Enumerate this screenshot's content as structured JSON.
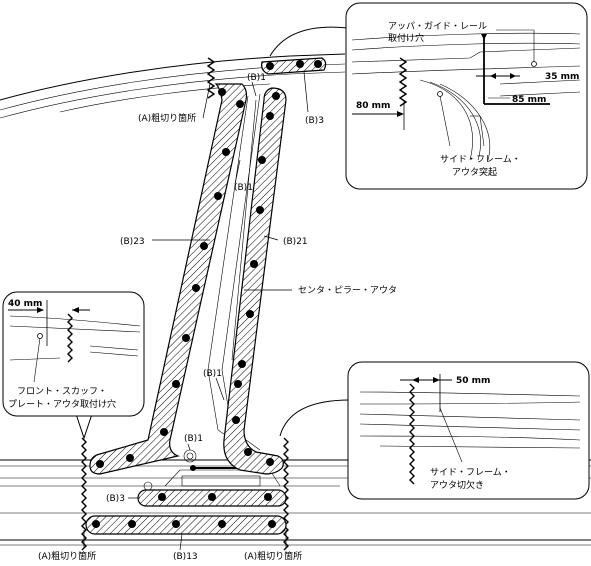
{
  "labels": {
    "a_top": "(A)粗切り箇所",
    "a_bottom_left": "(A)粗切り箇所",
    "a_bottom_right": "(A)粗切り箇所",
    "b1_top": "(B)1",
    "b1_mid": "(B)1",
    "b1_lower": "(B)1",
    "b1_bottom": "(B)1",
    "b3_top": "(B)3",
    "b3_bottom": "(B)3",
    "b23": "(B)23",
    "b21": "(B)21",
    "b13": "(B)13",
    "center_pillar": "センタ・ピラー・アウタ"
  },
  "callout_top": {
    "upper_rail_line1": "アッパ・ガイド・レール",
    "upper_rail_line2": "取付け穴",
    "dim_35": "35 mm",
    "dim_80": "80 mm",
    "dim_85": "85 mm",
    "frame_line1": "サイド・フレーム・",
    "frame_line2": "アウタ突起"
  },
  "callout_left": {
    "dim_40": "40 mm",
    "text_line1": "フロント・スカッフ・",
    "text_line2": "プレート・アウタ取付け穴"
  },
  "callout_right": {
    "dim_50": "50 mm",
    "text_line1": "サイド・フレーム・",
    "text_line2": "アウタ切欠き"
  }
}
